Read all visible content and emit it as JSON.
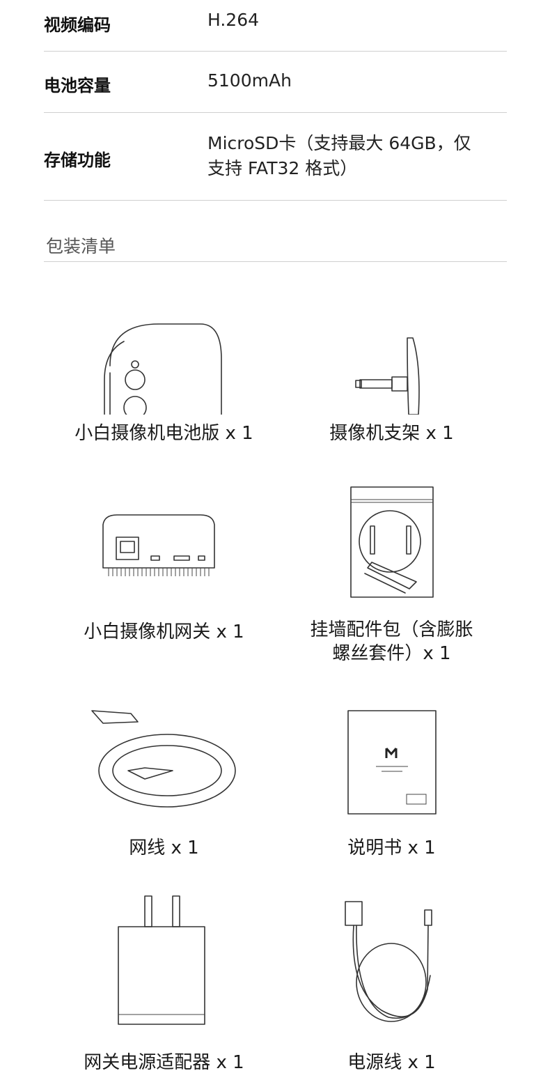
{
  "specs": [
    {
      "label": "视频编码",
      "value": "H.264"
    },
    {
      "label": "电池容量",
      "value": "5100mAh"
    },
    {
      "label": "存储功能",
      "value_line1": "MicroSD卡（支持最大 64GB，仅",
      "value_line2": "支持 FAT32 格式）"
    }
  ],
  "package": {
    "title": "包装清单",
    "items": [
      {
        "label": "小白摄像机电池版 x 1",
        "icon": "battery-camera-icon"
      },
      {
        "label": "摄像机支架 x 1",
        "icon": "camera-mount-icon"
      },
      {
        "label": "小白摄像机网关 x 1",
        "icon": "gateway-icon"
      },
      {
        "label_line1": "挂墙配件包（含膨胀",
        "label_line2": "螺丝套件）x 1",
        "icon": "wall-mount-kit-icon"
      },
      {
        "label": "网线 x 1",
        "icon": "ethernet-cable-icon"
      },
      {
        "label": "说明书 x 1",
        "icon": "manual-icon"
      },
      {
        "label": "网关电源适配器 x 1",
        "icon": "power-adapter-icon"
      },
      {
        "label": "电源线 x 1",
        "icon": "usb-cable-icon"
      }
    ]
  }
}
